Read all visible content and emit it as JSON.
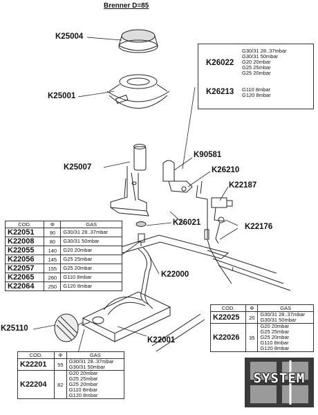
{
  "title": "Brenner D=85",
  "parts": {
    "k25004": "K25004",
    "k25001": "K25001",
    "k25007": "K25007",
    "k90581": "K90581",
    "k26210": "K26210",
    "k22187": "K22187",
    "k26021": "K26021",
    "k22176": "K22176",
    "k22000": "K22000",
    "k25110": "K25110",
    "k22001": "K22001"
  },
  "gas_box": {
    "items": [
      {
        "code": "K26022",
        "gas": "G30/31 28..37mbar\nG30/31 50mbar\nG20 20mbar\nG25 25mbar\nG25 20mbar"
      },
      {
        "code": "K26213",
        "gas": "G110 8mbar\nG120 8mbar"
      }
    ]
  },
  "table_nozzles": {
    "headers": [
      "COD.",
      "Φ",
      "GAS"
    ],
    "rows": [
      {
        "code": "K22051",
        "d": "90",
        "gas": "G30/31 28..37mbar"
      },
      {
        "code": "K22008",
        "d": "80",
        "gas": "G30/31 50mbar"
      },
      {
        "code": "K22055",
        "d": "140",
        "gas": "G20 20mbar"
      },
      {
        "code": "K22056",
        "d": "145",
        "gas": "G25 25mbar"
      },
      {
        "code": "K22057",
        "d": "155",
        "gas": "G25 20mbar"
      },
      {
        "code": "K22065",
        "d": "260",
        "gas": "G110 8mbar"
      },
      {
        "code": "K22064",
        "d": "250",
        "gas": "G120 8mbar"
      }
    ]
  },
  "table_pilot": {
    "headers": [
      "COD.",
      "Φ",
      "GAS"
    ],
    "rows": [
      {
        "code": "K22025",
        "d": "20",
        "gas": "G30/31 28..37mbar\nG30/31 50mbar"
      },
      {
        "code": "K22026",
        "d": "35",
        "gas": "G20 20mbar\nG25 25mbar\nG25 20mbar\nG110 8mbar\nG120 8mbar"
      }
    ]
  },
  "table_valve": {
    "headers": [
      "COD.",
      "Φ",
      "GAS"
    ],
    "rows": [
      {
        "code": "K22201",
        "d": "55",
        "gas": "G30/31 28..37mbar\nG30/31 50mbar"
      },
      {
        "code": "K22204",
        "d": "82",
        "gas": "G20 20mbar\nG25 25mbar\nG25 20mbar\nG110 8mbar\nG120 8mbar"
      }
    ]
  },
  "logo": {
    "text": "SYSTEM"
  }
}
